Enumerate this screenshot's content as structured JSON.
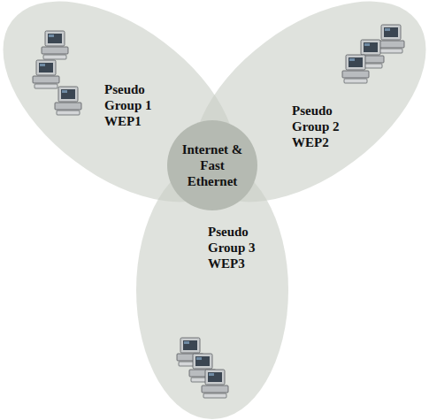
{
  "diagram": {
    "nodes": [
      {
        "text": [
          "Pseudo Group 1 WEP1"
        ]
      },
      {
        "text": [
          "Pseudo Group 2 WEP2"
        ]
      },
      {
        "text": [
          "Pseudo Group 3 WEP3"
        ]
      },
      {
        "text": [
          "Internet & Fast Ethernet"
        ]
      }
    ]
  }
}
